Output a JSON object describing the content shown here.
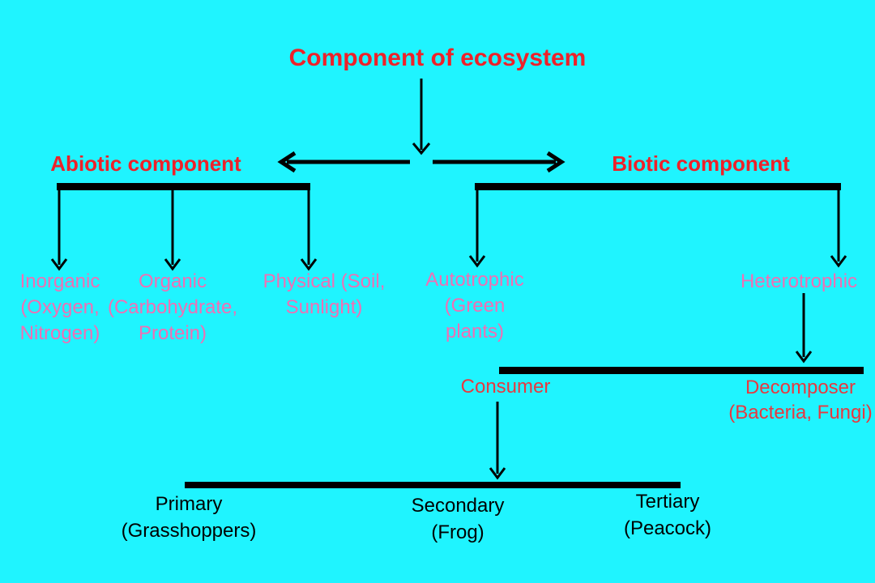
{
  "diagram": {
    "title": "Component of ecosystem",
    "abiotic": {
      "label": "Abiotic component",
      "children": [
        {
          "lines": [
            "Inorganic",
            "(Oxygen,",
            "Nitrogen)"
          ]
        },
        {
          "lines": [
            "Organic",
            "(Carbohydrate,",
            "Protein)"
          ]
        },
        {
          "lines": [
            "Physical (Soil,",
            "Sunlight)"
          ]
        }
      ]
    },
    "biotic": {
      "label": "Biotic component",
      "children": [
        {
          "lines": [
            "Autotrophic",
            "(Green",
            "plants)"
          ]
        },
        {
          "lines": [
            "Heterotrophic"
          ]
        }
      ]
    },
    "heterotrophic_children": [
      {
        "lines": [
          "Consumer"
        ]
      },
      {
        "lines": [
          "Decomposer",
          "(Bacteria, Fungi)"
        ]
      }
    ],
    "consumer_children": [
      {
        "lines": [
          "Primary",
          "(Grasshoppers)"
        ]
      },
      {
        "lines": [
          "Secondary",
          "(Frog)"
        ]
      },
      {
        "lines": [
          "Tertiary",
          "(Peacock)"
        ]
      }
    ]
  },
  "colors": {
    "background": "#1FF4FF",
    "heading_red": "#EE2129",
    "pink": "#F06FB4",
    "node_red": "#E73940",
    "line_black": "#000000"
  }
}
